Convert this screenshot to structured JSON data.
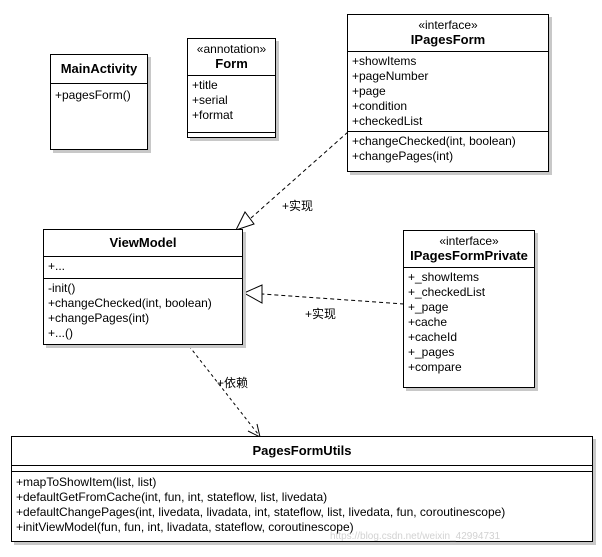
{
  "classes": {
    "main_activity": {
      "name": "MainActivity",
      "operations": [
        "+pagesForm()"
      ]
    },
    "form": {
      "stereotype": "«annotation»",
      "name": "Form",
      "attributes": [
        "+title",
        "+serial",
        "+format"
      ]
    },
    "ipages_form": {
      "stereotype": "«interface»",
      "name": "IPagesForm",
      "attributes": [
        "+showItems",
        "+pageNumber",
        "+page",
        "+condition",
        "+checkedList"
      ],
      "operations": [
        "+changeChecked(int, boolean)",
        "+changePages(int)"
      ]
    },
    "view_model": {
      "name": "ViewModel",
      "attributes": [
        "+..."
      ],
      "operations": [
        "-init()",
        "+changeChecked(int, boolean)",
        "+changePages(int)",
        "+...()"
      ]
    },
    "ipages_form_private": {
      "stereotype": "«interface»",
      "name": "IPagesFormPrivate",
      "attributes": [
        "+_showItems",
        "+_checkedList",
        "+_page",
        "+cache",
        "+cacheId",
        "+_pages",
        "+compare"
      ]
    },
    "pages_form_utils": {
      "name": "PagesFormUtils",
      "operations": [
        "+mapToShowItem(list, list)",
        "+defaultGetFromCache(int, fun, int, stateflow, list, livedata)",
        "+defaultChangePages(int, livedata, livadata, int, stateflow, list, livedata, fun, coroutinescope)",
        "+initViewModel(fun, fun, int, livadata, stateflow, coroutinescope)"
      ]
    }
  },
  "relations": {
    "viewmodel_implements_ipagesform": "+实现",
    "viewmodel_implements_ipagesformprivate": "+实现",
    "viewmodel_depends_pagesformutils": "+依赖"
  },
  "watermark": "https://blog.csdn.net/weixin_42994731"
}
